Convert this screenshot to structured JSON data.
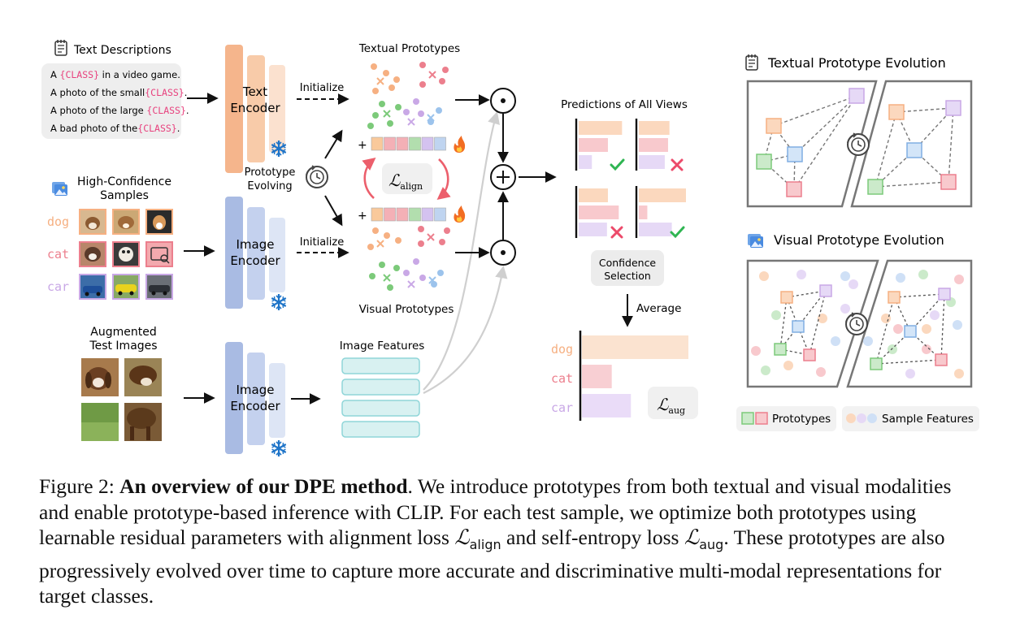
{
  "colors": {
    "text_accent": "#f9a66c",
    "image_accent": "#a6b8e0",
    "class_highlight": "#e8407d",
    "dog": "#f6b082",
    "cat": "#ec7f8d",
    "car": "#c9a8e6",
    "feature_cyan": "#8fd5d8",
    "green": "#7cca7a",
    "red": "#ec5f6c",
    "prototype_slot_colors": [
      "#f8c08a",
      "#f3a3aa",
      "#f3a3aa",
      "#a5d9a1",
      "#cdb8ee",
      "#b5cdee"
    ]
  },
  "text_descriptions": {
    "title": "Text Descriptions",
    "templates": [
      {
        "pre": "A ",
        "cls": "{CLASS}",
        "post": " in a video game."
      },
      {
        "pre": "A photo of the small",
        "cls": "{CLASS}",
        "post": "."
      },
      {
        "pre": "A photo of the large ",
        "cls": "{CLASS}",
        "post": "."
      },
      {
        "pre": "A bad photo of the",
        "cls": "{CLASS}",
        "post": "."
      }
    ]
  },
  "high_conf": {
    "title_line1": "High-Confidence",
    "title_line2": "Samples",
    "classes": [
      "dog",
      "cat",
      "car"
    ]
  },
  "augmented": {
    "title_line1": "Augmented",
    "title_line2": "Test Images"
  },
  "encoders": {
    "text": {
      "line1": "Text",
      "line2": "Encoder"
    },
    "image_top": {
      "line1": "Image",
      "line2": "Encoder"
    },
    "image_bottom": {
      "line1": "Image",
      "line2": "Encoder"
    }
  },
  "prototype_evolving": {
    "line1": "Prototype",
    "line2": "Evolving"
  },
  "initialize_label": "Initialize",
  "textual_prototypes": "Textual Prototypes",
  "visual_prototypes": "Visual Prototypes",
  "image_features": "Image Features",
  "plus_sign": "+",
  "loss_align": {
    "symbol": "ℒ",
    "sub": "align"
  },
  "loss_aug": {
    "symbol": "ℒ",
    "sub": "aug"
  },
  "predictions_title": "Predictions of All Views",
  "prediction_views": [
    {
      "bars": [
        0.92,
        0.62,
        0.28
      ],
      "ok": true
    },
    {
      "bars": [
        0.65,
        0.62,
        0.55
      ],
      "ok": false
    },
    {
      "bars": [
        0.62,
        0.85,
        0.6
      ],
      "ok": false
    },
    {
      "bars": [
        1.0,
        0.18,
        0.7
      ],
      "ok": true
    }
  ],
  "confidence_selection": {
    "line1": "Confidence",
    "line2": "Selection"
  },
  "average_label": "Average",
  "average_bars": [
    {
      "label": "dog",
      "value": 1.0
    },
    {
      "label": "cat",
      "value": 0.28
    },
    {
      "label": "car",
      "value": 0.46
    }
  ],
  "textual_evolution_title": "Textual Prototype Evolution",
  "visual_evolution_title": "Visual Prototype Evolution",
  "legend": {
    "prototypes": "Prototypes",
    "sample_features": "Sample Features"
  },
  "caption": {
    "label": "Figure 2: ",
    "bold": "An overview of our DPE method",
    "part1": ". We introduce prototypes from both textual and visual modalities and enable prototype-based inference with CLIP. For each test sample, we optimize both prototypes using learnable residual parameters with alignment loss ",
    "loss1_sym": "ℒ",
    "loss1_sub": "align",
    "part2": " and self-entropy loss ",
    "loss2_sym": "ℒ",
    "loss2_sub": "aug",
    "part3": ". These prototypes are also progressively evolved over time to capture more accurate and discriminative multi-modal representations for target classes."
  }
}
